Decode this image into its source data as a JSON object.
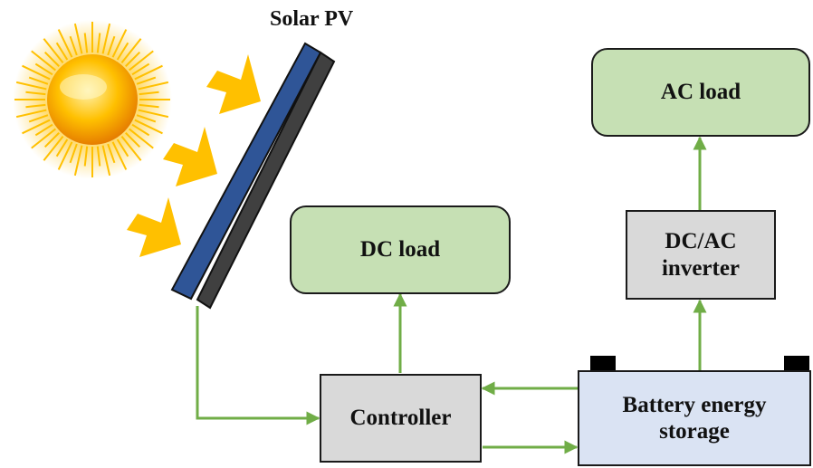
{
  "labels": {
    "solar_pv": "Solar PV",
    "ac_load": "AC load",
    "dc_load": "DC load",
    "inverter": "DC/AC\ninverter",
    "controller": "Controller",
    "battery": "Battery energy\nstorage"
  },
  "colors": {
    "load_fill": "#c6e0b4",
    "device_fill": "#d9d9d9",
    "battery_fill": "#dae3f3",
    "arrow": "#70ad47",
    "panel_front": "#2f5597",
    "panel_back": "#404040",
    "sun": "#ffc000",
    "ray_arrow": "#ffc000"
  },
  "icons": [
    "sun-icon",
    "sunlight-arrow-icon",
    "solar-panel-icon",
    "battery-terminal-icon"
  ]
}
